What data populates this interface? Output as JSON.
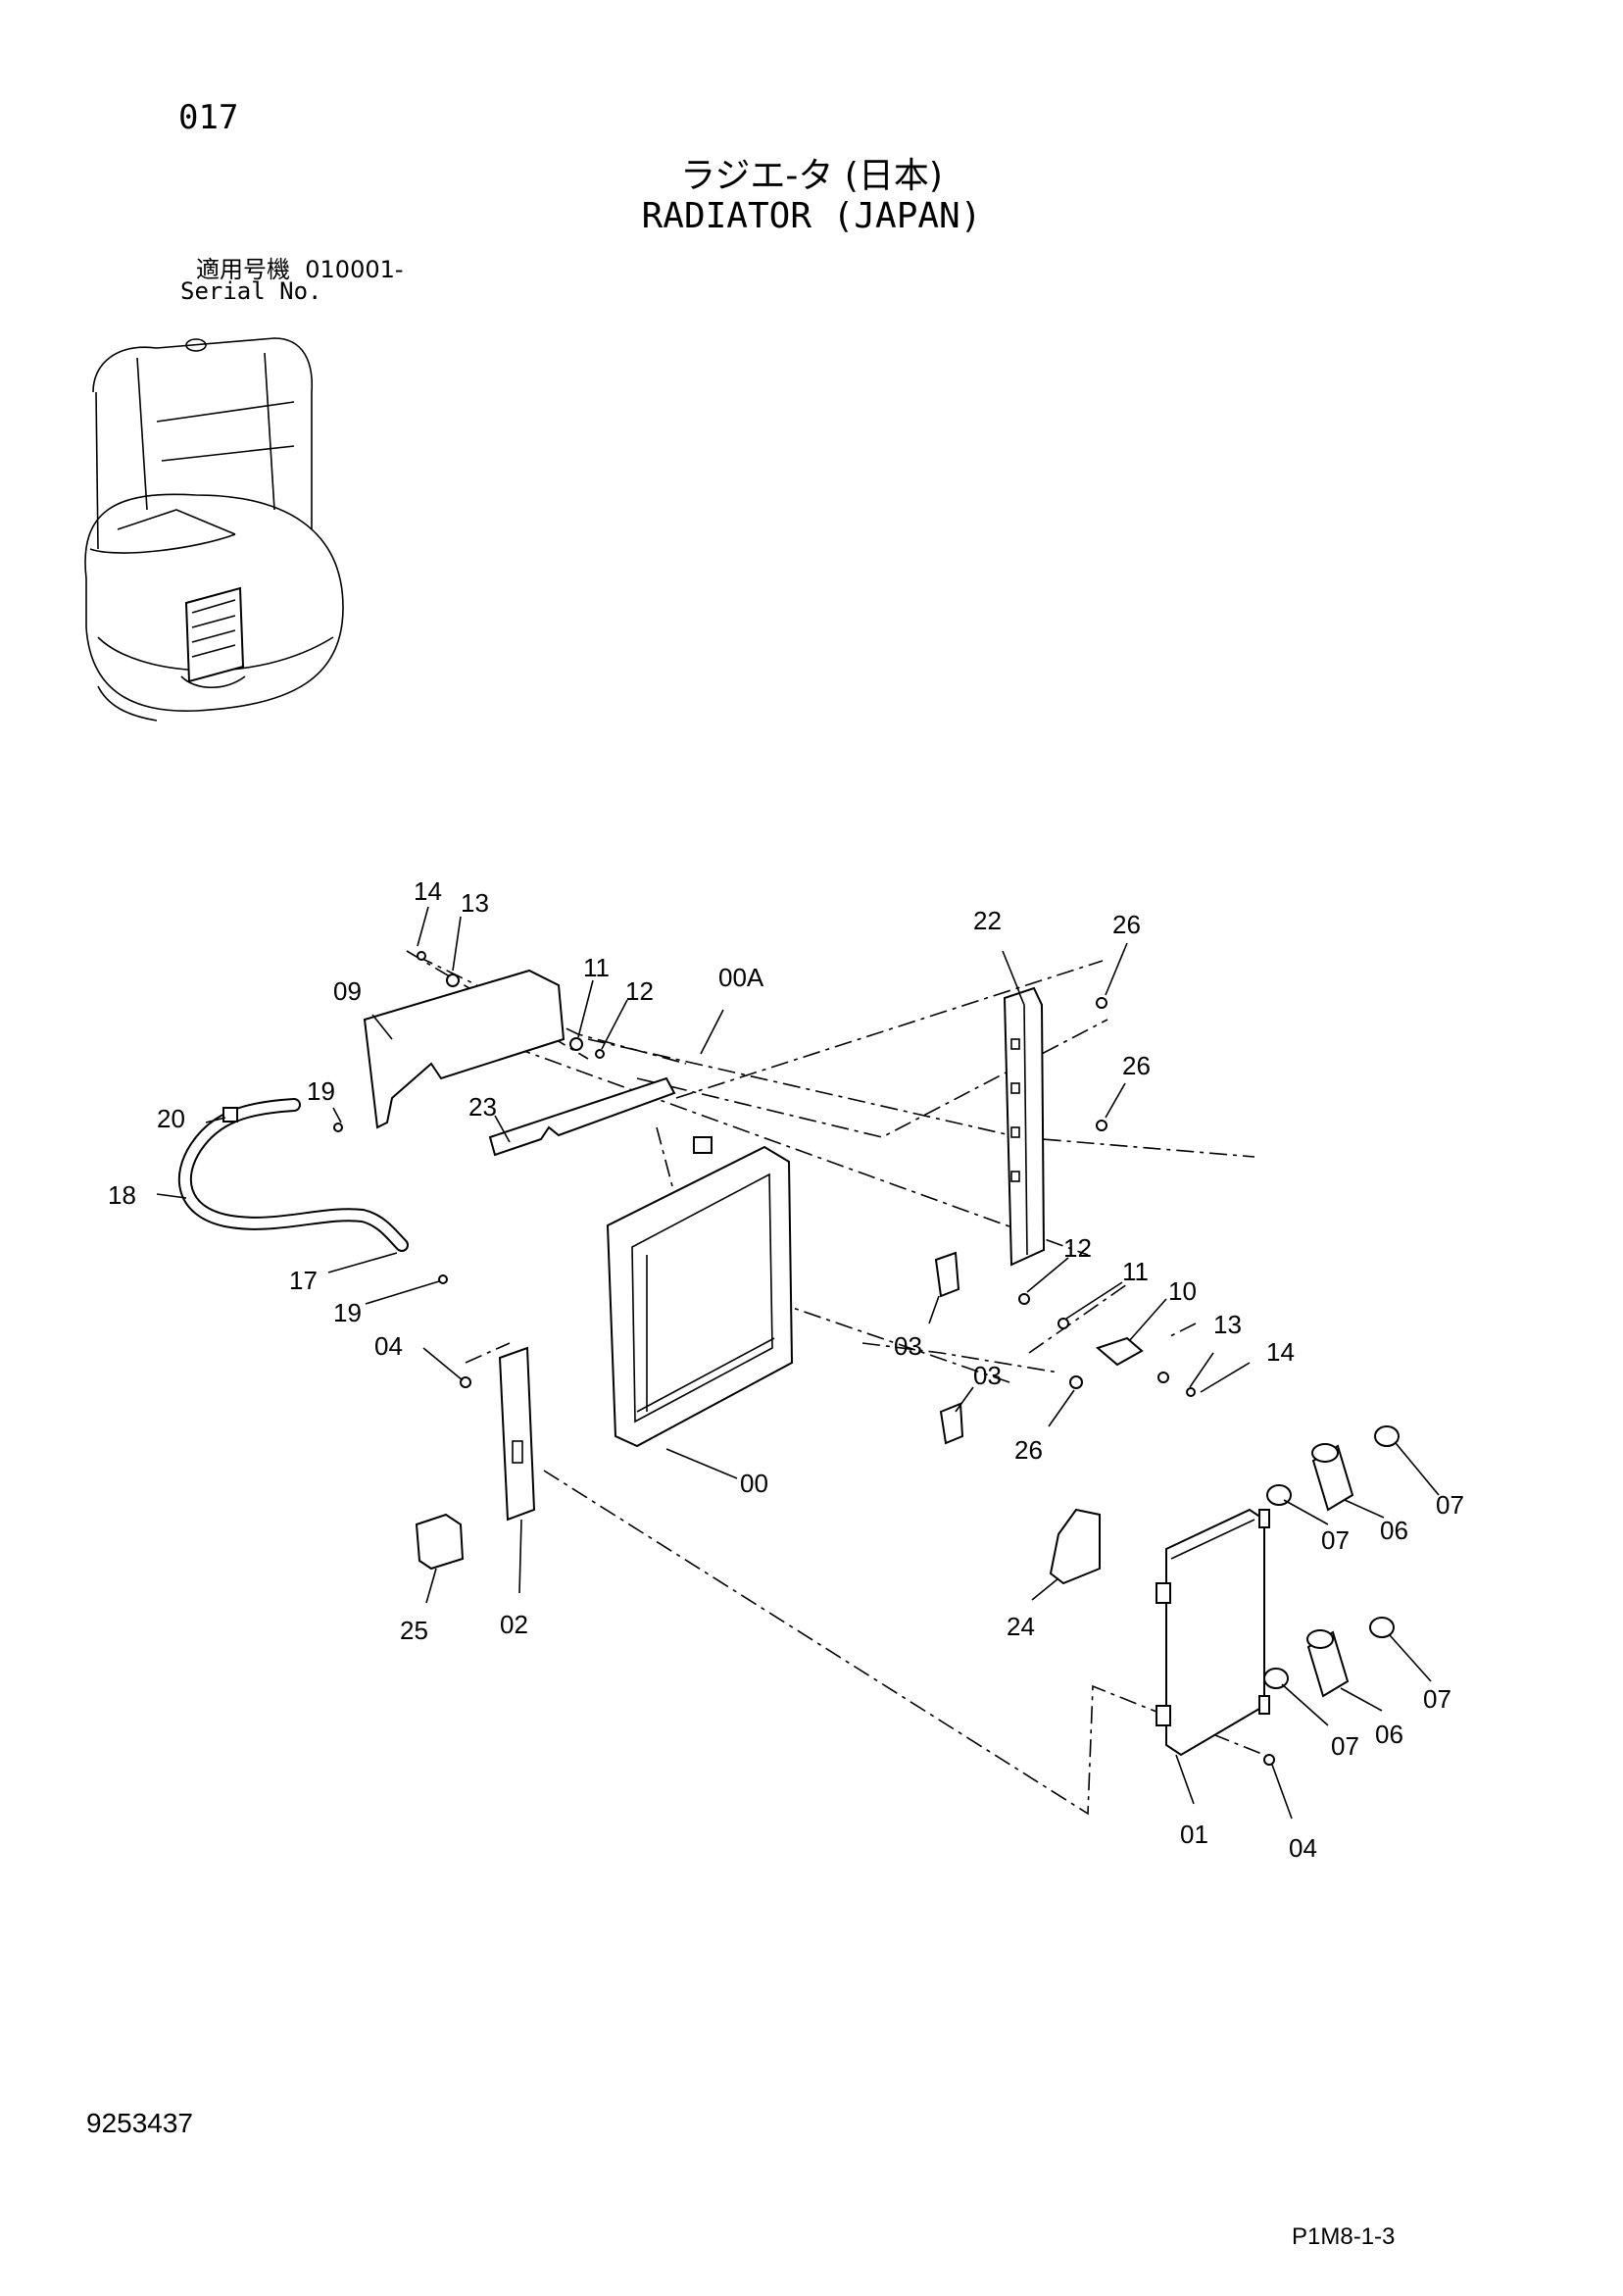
{
  "header": {
    "page_number": "017",
    "title_jp": "ラジエ-タ (日本)",
    "title_en": "RADIATOR (JAPAN)",
    "serial_label_jp": "適用号機",
    "serial_value": "010001-",
    "serial_label_en": "Serial No."
  },
  "footer": {
    "drawing_number": "9253437",
    "page_ref": "P1M8-1-3"
  },
  "callouts": [
    {
      "id": "c14a",
      "text": "14"
    },
    {
      "id": "c13a",
      "text": "13"
    },
    {
      "id": "c09",
      "text": "09"
    },
    {
      "id": "c11a",
      "text": "11"
    },
    {
      "id": "c12a",
      "text": "12"
    },
    {
      "id": "c00A",
      "text": "00A"
    },
    {
      "id": "c22",
      "text": "22"
    },
    {
      "id": "c26a",
      "text": "26"
    },
    {
      "id": "c26b",
      "text": "26"
    },
    {
      "id": "c19a",
      "text": "19"
    },
    {
      "id": "c23",
      "text": "23"
    },
    {
      "id": "c20",
      "text": "20"
    },
    {
      "id": "c18",
      "text": "18"
    },
    {
      "id": "c17",
      "text": "17"
    },
    {
      "id": "c19b",
      "text": "19"
    },
    {
      "id": "c12b",
      "text": "12"
    },
    {
      "id": "c11b",
      "text": "11"
    },
    {
      "id": "c10",
      "text": "10"
    },
    {
      "id": "c13b",
      "text": "13"
    },
    {
      "id": "c14b",
      "text": "14"
    },
    {
      "id": "c04a",
      "text": "04"
    },
    {
      "id": "c03a",
      "text": "03"
    },
    {
      "id": "c03b",
      "text": "03"
    },
    {
      "id": "c26c",
      "text": "26"
    },
    {
      "id": "c00",
      "text": "00"
    },
    {
      "id": "c07a",
      "text": "07"
    },
    {
      "id": "c06a",
      "text": "06"
    },
    {
      "id": "c07b",
      "text": "07"
    },
    {
      "id": "c25",
      "text": "25"
    },
    {
      "id": "c02",
      "text": "02"
    },
    {
      "id": "c24",
      "text": "24"
    },
    {
      "id": "c07c",
      "text": "07"
    },
    {
      "id": "c06b",
      "text": "06"
    },
    {
      "id": "c07d",
      "text": "07"
    },
    {
      "id": "c01",
      "text": "01"
    },
    {
      "id": "c04b",
      "text": "04"
    }
  ]
}
